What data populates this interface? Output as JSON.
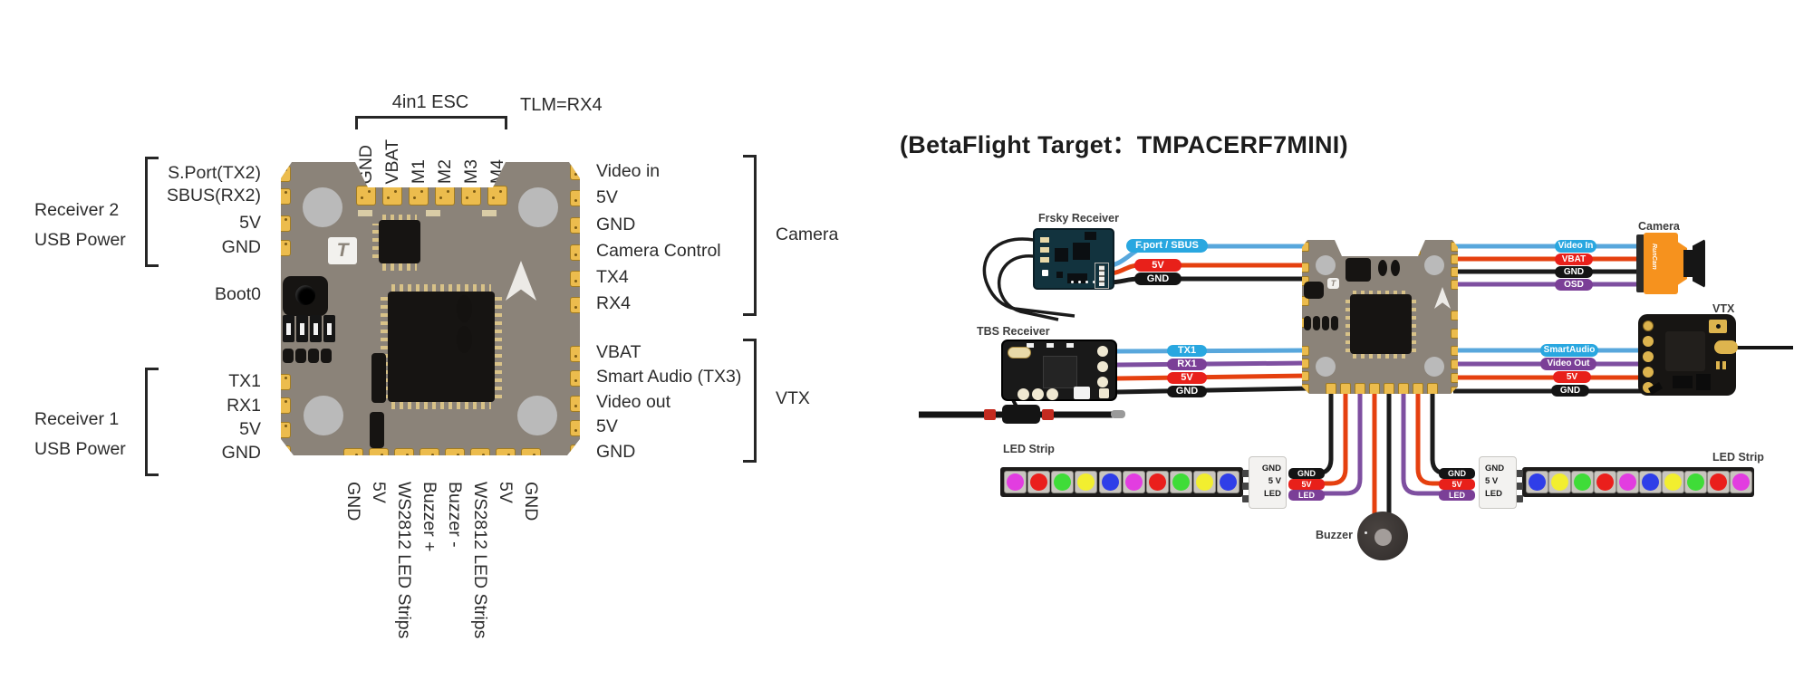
{
  "palette": {
    "wire_blue": "#58a7dc",
    "wire_red": "#e5400f",
    "wire_black": "#1b1b1b",
    "wire_purple": "#7e4fa0",
    "badge_blue": "#29a7e0",
    "badge_red": "#e8201a",
    "badge_black": "#141414",
    "badge_purple": "#7b3f97",
    "board_gray": "#8b8379",
    "pad_gold": "#ecbc4d"
  },
  "logos": {
    "t": "T"
  },
  "left_diagram": {
    "esc_bracket_label": "4in1 ESC",
    "tlm_label": "TLM=RX4",
    "top_pins": [
      "GND",
      "VBAT",
      "M1",
      "M2",
      "M3",
      "M4"
    ],
    "receiver2": {
      "line1": "Receiver 2",
      "line2": "USB Power"
    },
    "receiver2_pins": [
      "S.Port(TX2)",
      "SBUS(RX2)",
      "5V",
      "GND"
    ],
    "boot_label": "Boot0",
    "receiver1": {
      "line1": "Receiver 1",
      "line2": "USB Power"
    },
    "receiver1_pins": [
      "TX1",
      "RX1",
      "5V",
      "GND"
    ],
    "camera_label": "Camera",
    "camera_pins": [
      "Video in",
      "5V",
      "GND",
      "Camera Control",
      "TX4",
      "RX4"
    ],
    "vtx_label": "VTX",
    "vtx_pins": [
      "VBAT",
      "Smart Audio (TX3)",
      "Video out",
      "5V",
      "GND"
    ],
    "bottom_pins": [
      "GND",
      "5V",
      "WS2812 LED Strips",
      "Buzzer +",
      "Buzzer -",
      "WS2812 LED Strips",
      "5V",
      "GND"
    ]
  },
  "right_diagram": {
    "title": "(BetaFlight Target：TMPACERF7MINI)",
    "frsky_label": "Frsky Receiver",
    "frsky_badges": [
      {
        "text": "F.port / SBUS",
        "color": "#29a7e0"
      },
      {
        "text": "5V",
        "color": "#e8201a"
      },
      {
        "text": "GND",
        "color": "#141414"
      }
    ],
    "tbs_label": "TBS Receiver",
    "tbs_badges": [
      {
        "text": "TX1",
        "color": "#29a7e0"
      },
      {
        "text": "RX1",
        "color": "#7b3f97"
      },
      {
        "text": "5V",
        "color": "#e8201a"
      },
      {
        "text": "GND",
        "color": "#141414"
      }
    ],
    "camera_label": "Camera",
    "camera_brand": "RunCam",
    "camera_badges": [
      {
        "text": "Video In",
        "color": "#29a7e0"
      },
      {
        "text": "VBAT",
        "color": "#e8201a"
      },
      {
        "text": "GND",
        "color": "#141414"
      },
      {
        "text": "OSD",
        "color": "#7b3f97"
      }
    ],
    "vtx_label": "VTX",
    "vtx_badges": [
      {
        "text": "SmartAudio",
        "color": "#29a7e0"
      },
      {
        "text": "Video Out",
        "color": "#7b3f97"
      },
      {
        "text": "5V",
        "color": "#e8201a"
      },
      {
        "text": "GND",
        "color": "#141414"
      }
    ],
    "led_left_label": "LED Strip",
    "led_right_label": "LED Strip",
    "connector_pins": [
      "GND",
      "5 V",
      "LED"
    ],
    "led_badges": [
      {
        "text": "GND",
        "color": "#141414"
      },
      {
        "text": "5V",
        "color": "#e8201a"
      },
      {
        "text": "LED",
        "color": "#7b3f97"
      }
    ],
    "led_left_colors": [
      "#e23de0",
      "#ea1f1c",
      "#3fdc38",
      "#f2ee2f",
      "#2f3ee8",
      "#e23de0",
      "#ea1f1c",
      "#3fdc38",
      "#f2ee2f",
      "#2f3ee8"
    ],
    "led_right_colors": [
      "#2f3ee8",
      "#f2ee2f",
      "#3fdc38",
      "#ea1f1c",
      "#e23de0",
      "#2f3ee8",
      "#f2ee2f",
      "#3fdc38",
      "#ea1f1c",
      "#e23de0"
    ],
    "buzzer_label": "Buzzer"
  }
}
